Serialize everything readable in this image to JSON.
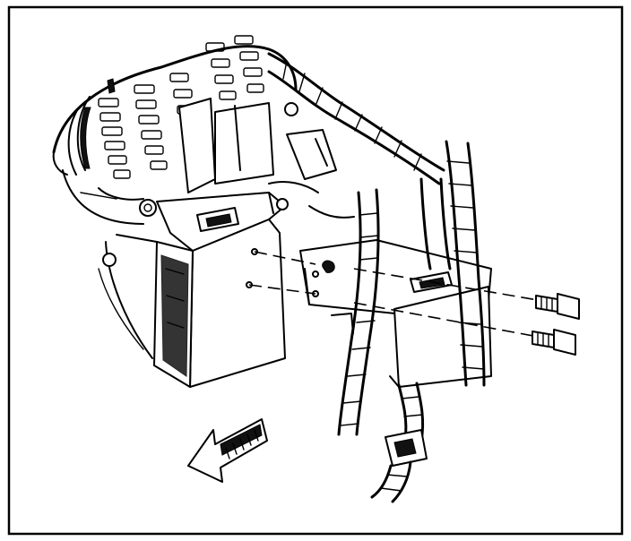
{
  "diagram": {
    "border_color": "#000000",
    "background": "#ffffff",
    "ink": "#000000",
    "components": [
      {
        "id": "alternator",
        "icon": "alternator-icon"
      },
      {
        "id": "mounting-bracket",
        "icon": "bracket-icon"
      },
      {
        "id": "module-bracket",
        "icon": "module-bracket-icon"
      },
      {
        "id": "wiring-harness",
        "icon": "harness-icon"
      },
      {
        "id": "bolts",
        "count": 2,
        "icon": "bolt-icon"
      },
      {
        "id": "direction-arrow",
        "icon": "arrow-icon"
      }
    ]
  }
}
